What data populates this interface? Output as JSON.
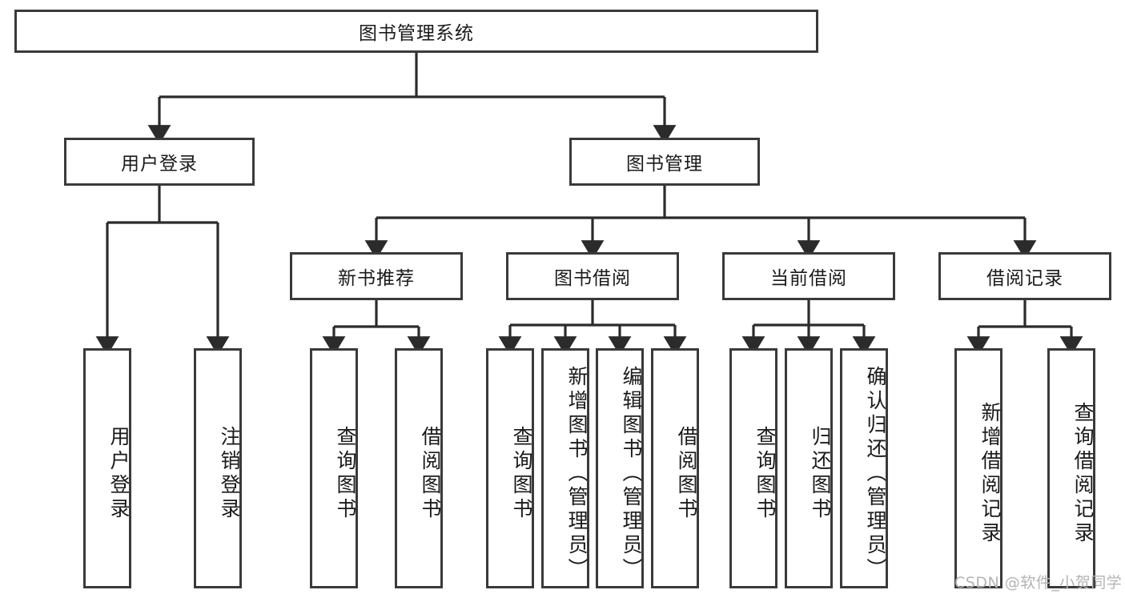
{
  "diagram": {
    "type": "hierarchy-tree",
    "title": "图书管理系统",
    "root": {
      "id": "root",
      "label": "图书管理系统"
    },
    "level2": [
      {
        "id": "user-login",
        "label": "用户登录"
      },
      {
        "id": "book-manage",
        "label": "图书管理"
      }
    ],
    "level3": [
      {
        "id": "new-book-rec",
        "label": "新书推荐"
      },
      {
        "id": "book-borrow",
        "label": "图书借阅"
      },
      {
        "id": "current-borrow",
        "label": "当前借阅"
      },
      {
        "id": "borrow-record",
        "label": "借阅记录"
      }
    ],
    "leaves": [
      {
        "id": "leaf-user-login",
        "label": "用户登录",
        "parent": "user-login"
      },
      {
        "id": "leaf-logout",
        "label": "注销登录",
        "parent": "user-login"
      },
      {
        "id": "leaf-query-book-1",
        "label": "查询图书",
        "parent": "new-book-rec"
      },
      {
        "id": "leaf-borrow-book-1",
        "label": "借阅图书",
        "parent": "new-book-rec"
      },
      {
        "id": "leaf-query-book-2",
        "label": "查询图书",
        "parent": "book-borrow"
      },
      {
        "id": "leaf-add-book",
        "label": "新增图书（管理员）",
        "parent": "book-borrow"
      },
      {
        "id": "leaf-edit-book",
        "label": "编辑图书（管理员）",
        "parent": "book-borrow"
      },
      {
        "id": "leaf-borrow-book-2",
        "label": "借阅图书",
        "parent": "book-borrow"
      },
      {
        "id": "leaf-query-book-3",
        "label": "查询图书",
        "parent": "current-borrow"
      },
      {
        "id": "leaf-return-book",
        "label": "归还图书",
        "parent": "current-borrow"
      },
      {
        "id": "leaf-confirm-return",
        "label": "确认归还（管理员）",
        "parent": "current-borrow"
      },
      {
        "id": "leaf-add-record",
        "label": "新增借阅记录",
        "parent": "borrow-record"
      },
      {
        "id": "leaf-query-record",
        "label": "查询借阅记录",
        "parent": "borrow-record"
      }
    ],
    "colors": {
      "box_border": "#3a3a3a",
      "box_fill": "#ffffff",
      "edge": "#2b2b2b",
      "text": "#1a1a1a",
      "watermark": "#b4b4b4"
    }
  },
  "watermark": {
    "text": "CSDN @软件_小贺同学"
  }
}
